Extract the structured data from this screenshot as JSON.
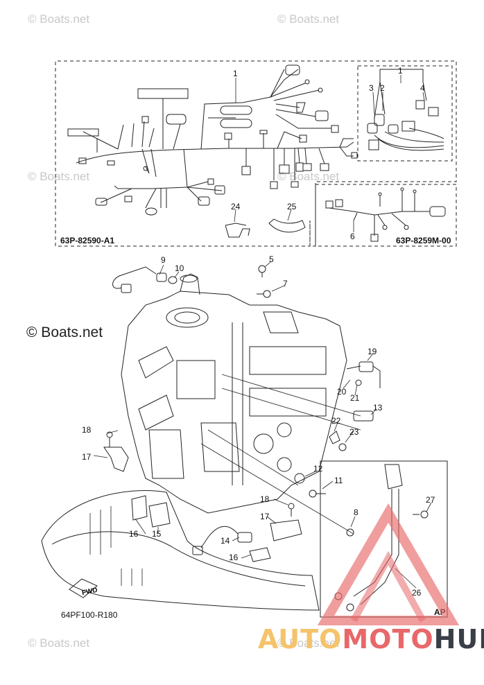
{
  "watermarks": {
    "top_left": "© Boats.net",
    "top_right": "© Boats.net",
    "mid_left": "© Boats.net",
    "mid_right": "© Boats.net",
    "large_left": "© Boats.net",
    "bottom_left": "© Boats.net",
    "bottom_mid": "© Boats.net"
  },
  "part_codes": {
    "main_harness": "63P-82590-A1",
    "sub_harness": "63P-8259M-00",
    "figure_ref": "64PF100-R180",
    "ap_label": "AP",
    "fwd_label": "FWD"
  },
  "callouts": {
    "c1a": "1",
    "c1b": "1",
    "c2": "2",
    "c3": "3",
    "c4": "4",
    "c24": "24",
    "c25": "25",
    "c6": "6",
    "c9": "9",
    "c10": "10",
    "c5": "5",
    "c7": "7",
    "c19": "19",
    "c20": "20",
    "c21": "21",
    "c13": "13",
    "c22": "22",
    "c23": "23",
    "c18a": "18",
    "c17a": "17",
    "c12": "12",
    "c11": "11",
    "c18b": "18",
    "c17b": "17",
    "c8": "8",
    "c27": "27",
    "c16a": "16",
    "c15": "15",
    "c14": "14",
    "c16b": "16",
    "c26": "26"
  },
  "logo": {
    "part1": "AUTO",
    "part2": "MOTO",
    "part3": "HUB"
  },
  "colors": {
    "logo_yellow": "#f5c36a",
    "logo_red": "#e8686a",
    "logo_dark": "#3a3f47",
    "line": "#222222"
  }
}
